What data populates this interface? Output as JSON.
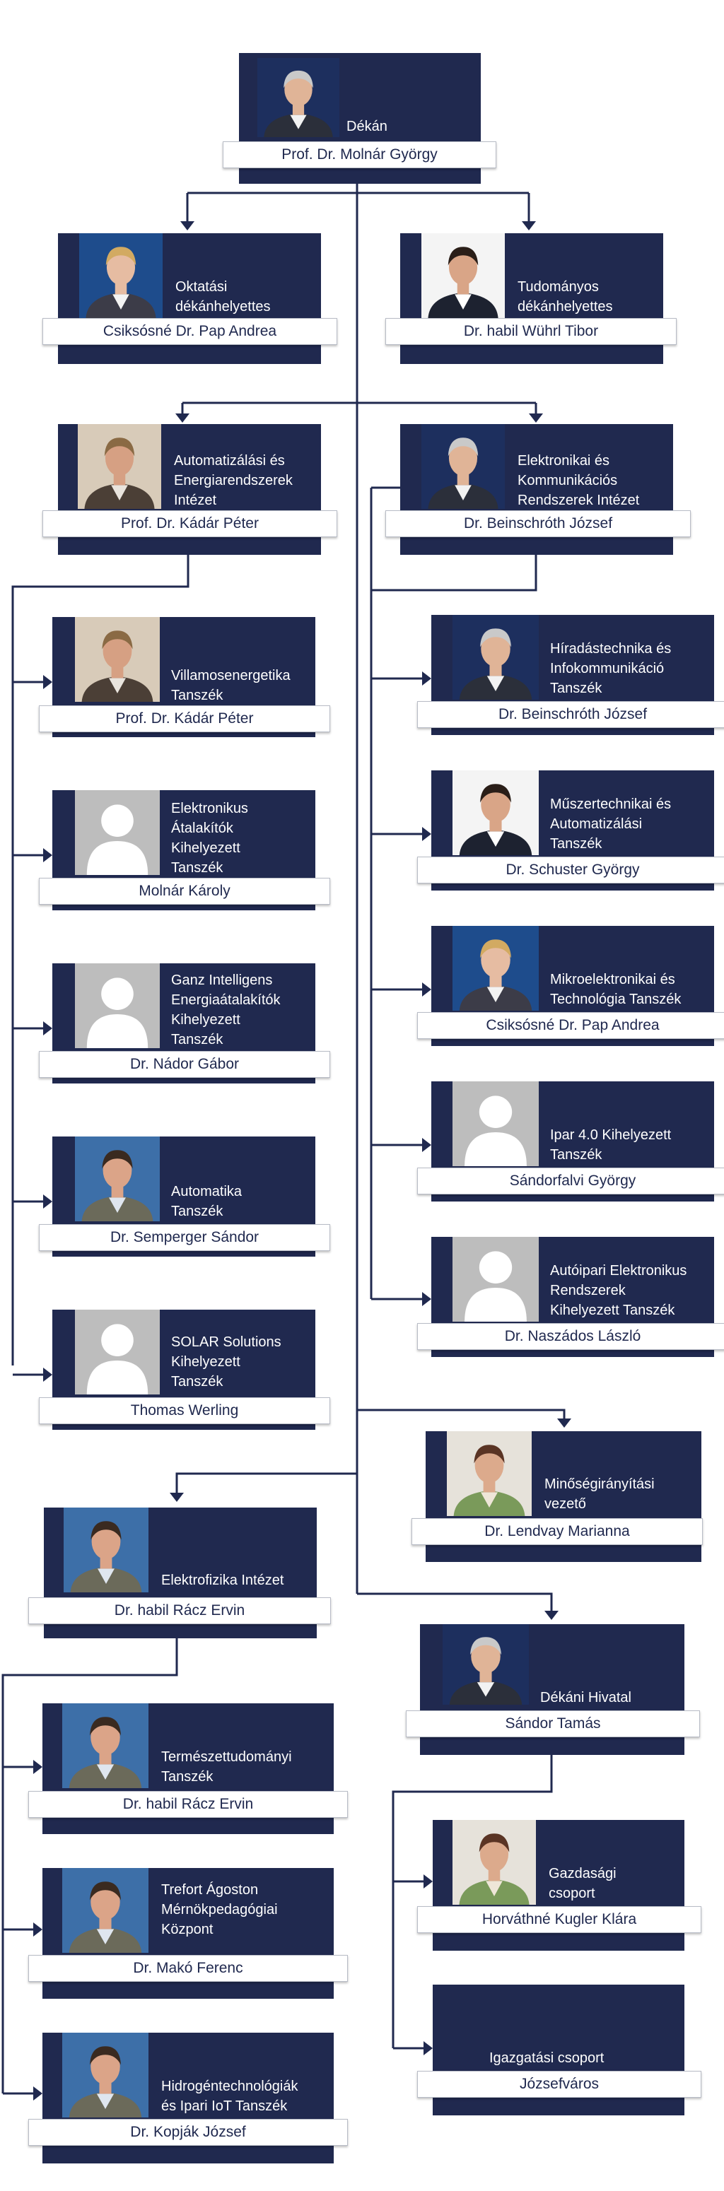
{
  "colors": {
    "card": "#20294f",
    "line": "#20294f",
    "text_on_card": "#ffffff",
    "name_text": "#20294f"
  },
  "nodes": [
    {
      "id": "dekan",
      "title": "Dékán",
      "name": "Prof. Dr. Molnár György",
      "photo": "man-gray"
    },
    {
      "id": "oktatasi",
      "title": "Oktatási\ndékánhelyettes",
      "name": "Csiksósné Dr. Pap Andrea",
      "photo": "woman-blonde"
    },
    {
      "id": "tudomanyos",
      "title": "Tudományos\ndékánhelyettes",
      "name": "Dr. habil Wührl Tibor",
      "photo": "man-dark"
    },
    {
      "id": "aei",
      "title": "Automatizálási és\nEnergiarendszerek\nIntézet",
      "name": "Prof. Dr. Kádár Péter",
      "photo": "man-brown"
    },
    {
      "id": "ekri",
      "title": "Elektronikai és\nKommunikációs\nRendszerek Intézet",
      "name": "Dr. Beinschróth József",
      "photo": "man-gray"
    },
    {
      "id": "villamos",
      "title": "Villamosenergetika\nTanszék",
      "name": "Prof. Dr. Kádár Péter",
      "photo": "man-brown"
    },
    {
      "id": "elektronikus",
      "title": "Elektronikus\nÁtalakítók\nKihelyezett\nTanszék",
      "name": "Molnár Károly",
      "photo": "placeholder"
    },
    {
      "id": "ganz",
      "title": "Ganz Intelligens\nEnergiaátalakítók\nKihelyezett\nTanszék",
      "name": "Dr. Nádor Gábor",
      "photo": "placeholder"
    },
    {
      "id": "automatika",
      "title": "Automatika\nTanszék",
      "name": "Dr. Semperger Sándor",
      "photo": "man-blue"
    },
    {
      "id": "solar",
      "title": "SOLAR Solutions\nKihelyezett\nTanszék",
      "name": "Thomas Werling",
      "photo": "placeholder"
    },
    {
      "id": "hiradas",
      "title": "Híradástechnika és\nInfokommunikáció\nTanszék",
      "name": "Dr. Beinschróth József",
      "photo": "man-gray"
    },
    {
      "id": "muszer",
      "title": "Műszertechnikai és\nAutomatizálási\nTanszék",
      "name": "Dr. Schuster György",
      "photo": "man-dark"
    },
    {
      "id": "mikro",
      "title": "Mikroelektronikai és\nTechnológia Tanszék",
      "name": "Csiksósné Dr. Pap Andrea",
      "photo": "woman-blonde"
    },
    {
      "id": "ipar40",
      "title": "Ipar 4.0 Kihelyezett\nTanszék",
      "name": "Sándorfalvi György",
      "photo": "placeholder"
    },
    {
      "id": "autoipari",
      "title": "Autóipari Elektronikus\nRendszerek\nKihelyezett Tanszék",
      "name": "Dr. Naszádos László",
      "photo": "placeholder"
    },
    {
      "id": "minoseg",
      "title": "Minőségirányítási\nvezető",
      "name": "Dr. Lendvay Marianna",
      "photo": "woman-brown"
    },
    {
      "id": "elektrofizika",
      "title": "Elektrofizika Intézet",
      "name": "Dr. habil Rácz Ervin",
      "photo": "man-blue"
    },
    {
      "id": "dekani",
      "title": "Dékáni Hivatal",
      "name": "Sándor Tamás",
      "photo": "man-gray"
    },
    {
      "id": "termeszet",
      "title": "Természettudományi\nTanszék",
      "name": "Dr. habil Rácz Ervin",
      "photo": "man-blue"
    },
    {
      "id": "trefort",
      "title": "Trefort Ágoston\nMérnökpedagógiai\nKözpont",
      "name": "Dr. Makó Ferenc",
      "photo": "man-blue"
    },
    {
      "id": "hidrogen",
      "title": "Hidrogéntechnológiák\nés Ipari IoT Tanszék",
      "name": "Dr. Kopják József",
      "photo": "man-blue"
    },
    {
      "id": "gazdasagi",
      "title": "Gazdasági\ncsoport",
      "name": "Horváthné Kugler Klára",
      "photo": "woman-brown"
    },
    {
      "id": "igazgatasi",
      "title": "Igazgatási csoport",
      "name": "Józsefváros",
      "photo": "none"
    }
  ]
}
